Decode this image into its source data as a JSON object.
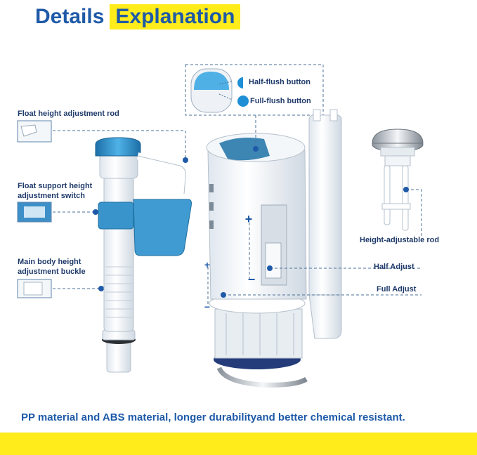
{
  "title": {
    "part1": "Details",
    "part2": "Explanation"
  },
  "labels": {
    "half_flush": "Half-flush button",
    "full_flush": "Full-flush button",
    "float_rod": "Float height adjustment rod",
    "float_switch_line1": "Float support height",
    "float_switch_line2": "adjustment switch",
    "body_buckle_line1": "Main body height",
    "body_buckle_line2": "adjustment buckle",
    "height_rod": "Height-adjustable rod",
    "half_adjust": "Half Adjust",
    "full_adjust": "Full Adjust"
  },
  "footer_text": "PP material and ABS material, longer durabilityand better chemical resistant.",
  "colors": {
    "brand_blue": "#1e5aa8",
    "highlight_yellow": "#ffec1a",
    "part_blue": "#2e8fc9"
  }
}
